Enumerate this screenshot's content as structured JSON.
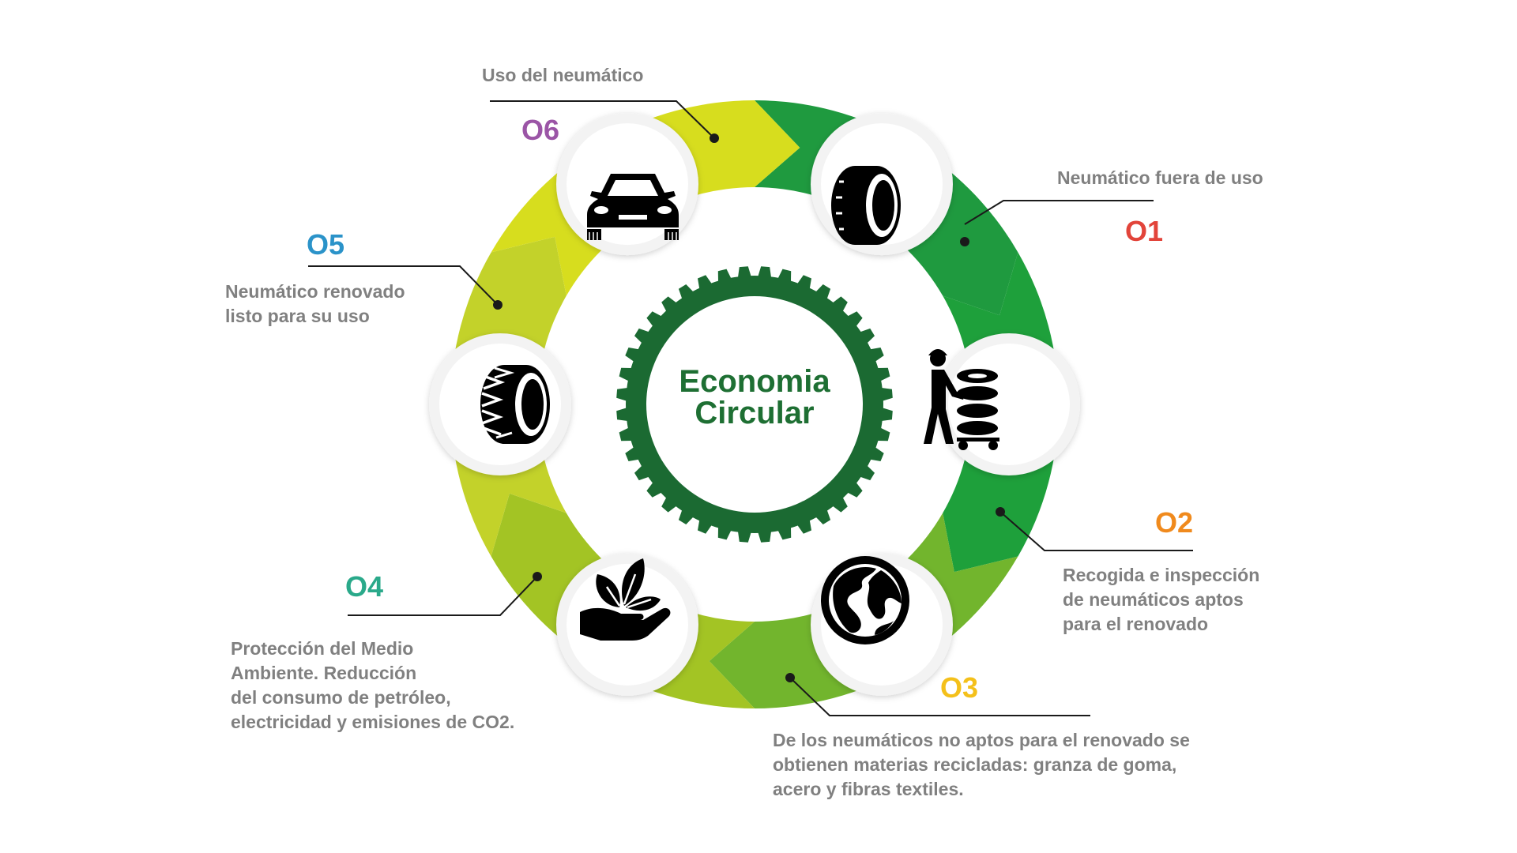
{
  "center": {
    "line1": "Economia",
    "line2": "Circular"
  },
  "steps": [
    {
      "id": "O1",
      "color": "#e2443a",
      "text": "Neumático fuera de uso",
      "icon": "tire-icon"
    },
    {
      "id": "O2",
      "color": "#f08a1d",
      "text": "Recogida e inspección\nde neumáticos aptos\npara el renovado",
      "icon": "worker-tires-icon"
    },
    {
      "id": "O3",
      "color": "#f4c01a",
      "text": "De los neumáticos no aptos para el renovado se\nobtienen materias recicladas: granza de goma,\nacero y fibras textiles.",
      "icon": "globe-icon"
    },
    {
      "id": "O4",
      "color": "#2aa98a",
      "text": "Protección del Medio\nAmbiente. Reducción\ndel consumo de petróleo,\nelectricidad y emisiones de CO2.",
      "icon": "plant-hand-icon"
    },
    {
      "id": "O5",
      "color": "#2b93c9",
      "text": "Neumático renovado\nlisto para su uso",
      "icon": "retread-tire-icon"
    },
    {
      "id": "O6",
      "color": "#9b55a6",
      "text": "Uso del neumático",
      "icon": "car-icon"
    }
  ]
}
